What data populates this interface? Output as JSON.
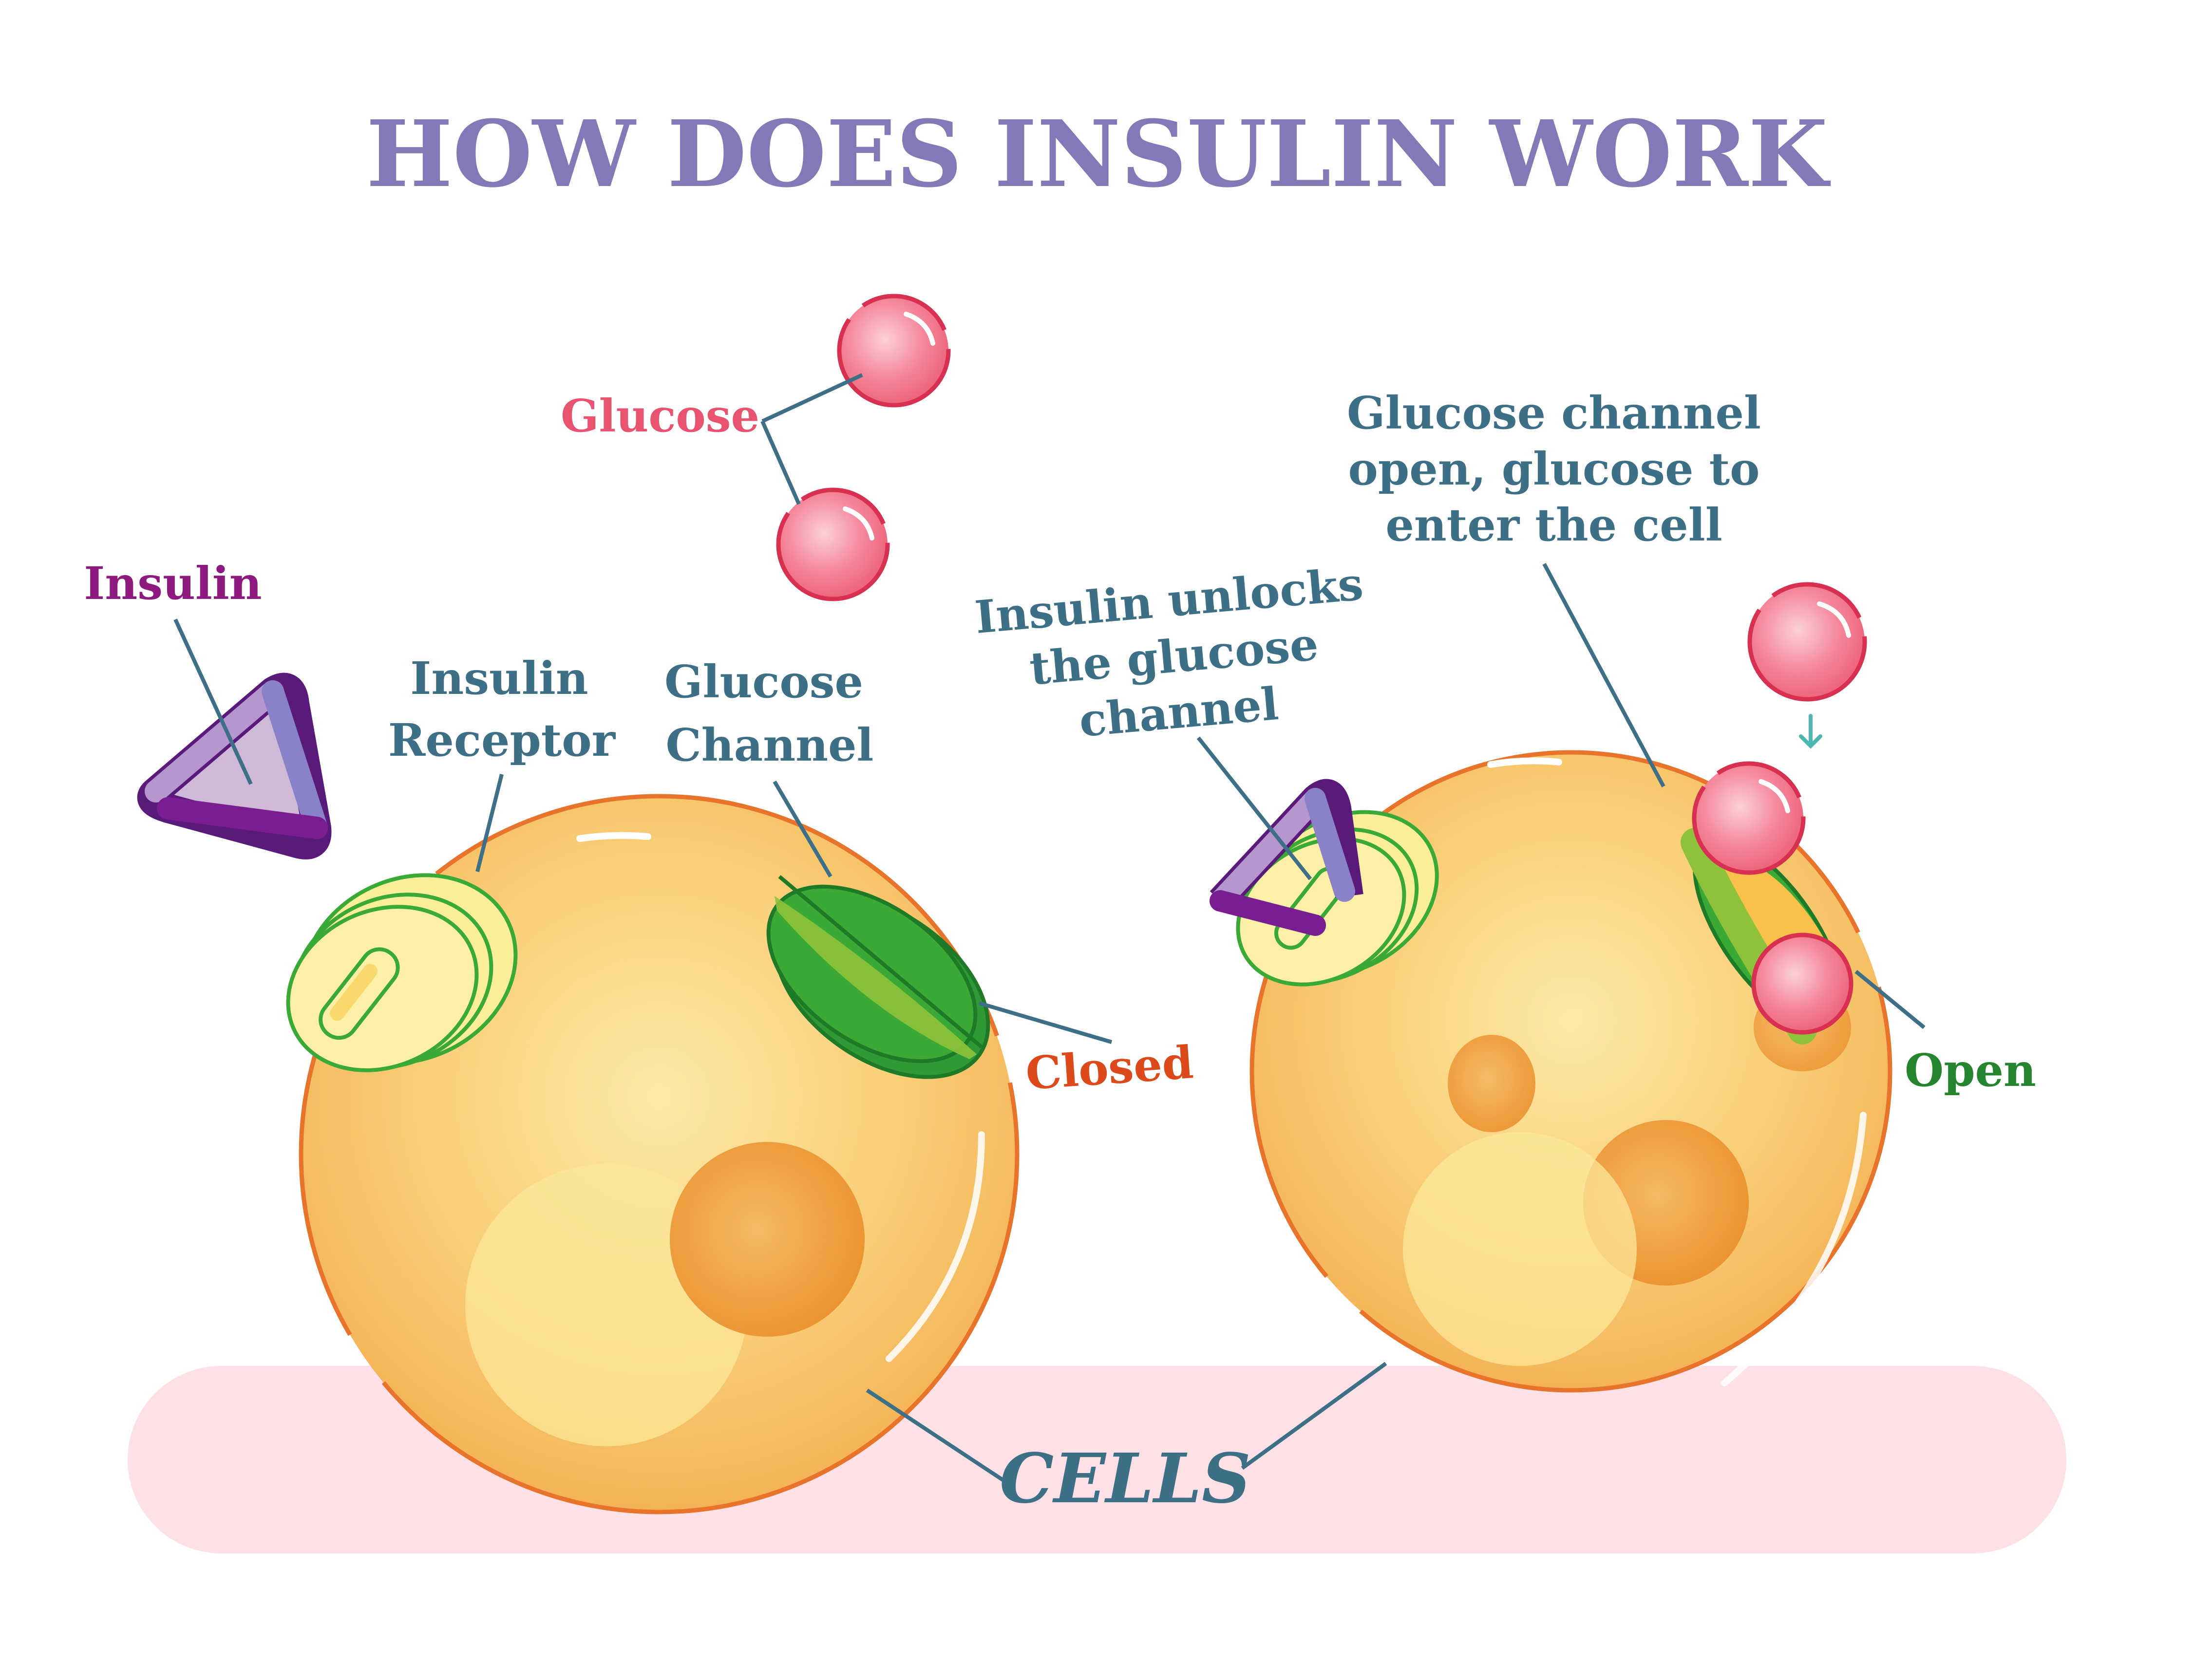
{
  "title": "HOW DOES INSULIN WORK",
  "labels": {
    "glucose": "Glucose",
    "insulin": "Insulin",
    "insulin_receptor_1": "Insulin",
    "insulin_receptor_2": "Receptor",
    "glucose_channel_1": "Glucose",
    "glucose_channel_2": "Channel",
    "closed": "Closed",
    "unlocks_1": "Insulin unlocks",
    "unlocks_2": "the glucose",
    "unlocks_3": "channel",
    "open_desc_1": "Glucose channel",
    "open_desc_2": "open, glucose to",
    "open_desc_3": "enter the cell",
    "open": "Open",
    "cells": "CELLS"
  },
  "colors": {
    "title": "#8279b6",
    "label_teal": "#3d6f87",
    "glucose_pink": "#e8546f",
    "insulin_purple": "#8e1a7f",
    "closed_orange": "#dc4a1c",
    "open_green": "#24852e",
    "cell_fill": "#f7c063",
    "cell_outline": "#e8732a",
    "channel_green": "#3aa935",
    "receptor_yellow": "#fbee9a",
    "floor_pink": "#fde1e6"
  }
}
